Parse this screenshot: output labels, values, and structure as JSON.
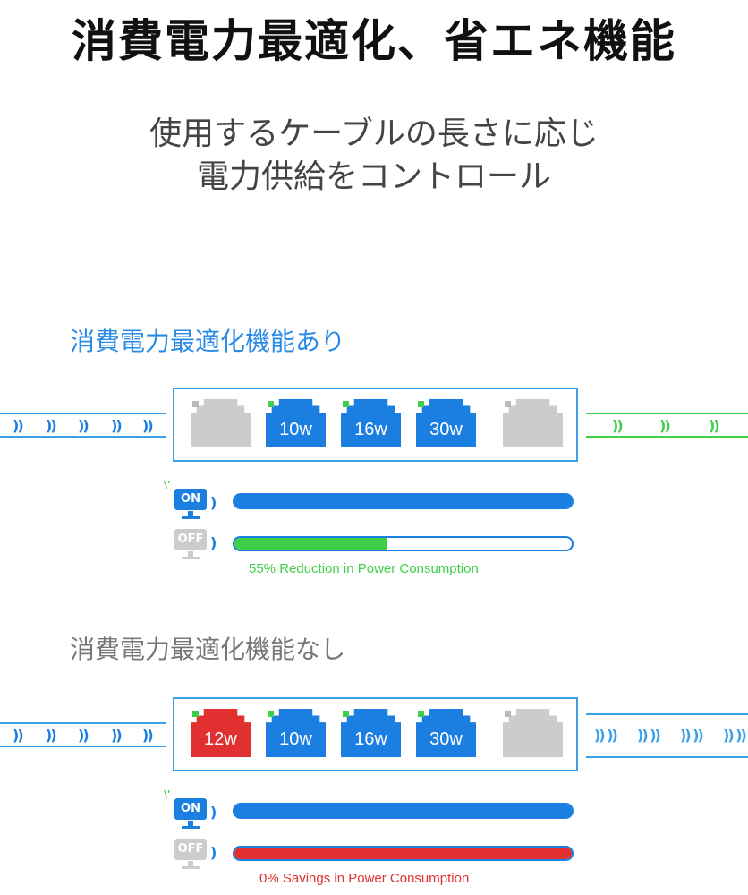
{
  "title": "消費電力最適化、省エネ機能",
  "subtitle": [
    "使用するケーブルの長さに応じ",
    "電力供給をコントロール"
  ],
  "colors": {
    "blue": "#1a7fe0",
    "green": "#3ecf4a",
    "red": "#e03030",
    "gray": "#cccccc",
    "border": "#3aa0e8"
  },
  "with_feature": {
    "heading": "消費電力最適化機能あり",
    "ports": [
      {
        "label": "",
        "state": "inactive"
      },
      {
        "label": "10w",
        "state": "active"
      },
      {
        "label": "16w",
        "state": "active"
      },
      {
        "label": "30w",
        "state": "active"
      },
      {
        "label": "",
        "state": "inactive"
      }
    ],
    "on_label": "ON",
    "off_label": "OFF",
    "off_bar_fill": 0.45,
    "caption": "55% Reduction in Power Consumption"
  },
  "without_feature": {
    "heading": "消費電力最適化機能なし",
    "ports": [
      {
        "label": "12w",
        "state": "active-red"
      },
      {
        "label": "10w",
        "state": "active"
      },
      {
        "label": "16w",
        "state": "active"
      },
      {
        "label": "30w",
        "state": "active"
      },
      {
        "label": "",
        "state": "inactive"
      }
    ],
    "on_label": "ON",
    "off_label": "OFF",
    "off_bar_fill": 1.0,
    "caption": "0% Savings in Power Consumption"
  }
}
